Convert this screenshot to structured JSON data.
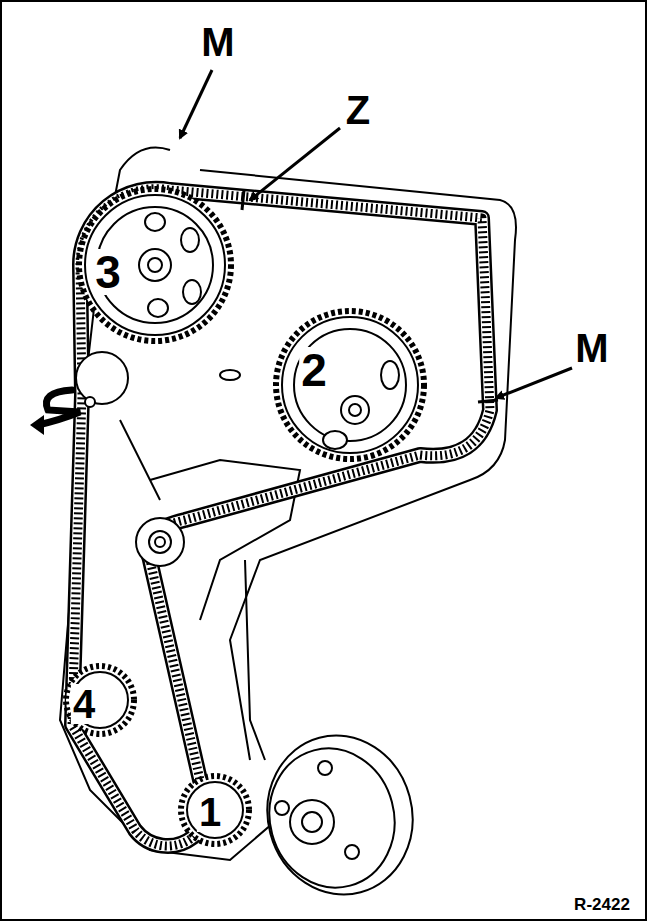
{
  "diagram": {
    "labels": [
      "M",
      "Z",
      "3",
      "2",
      "M",
      "4",
      "1",
      "R-2422"
    ]
  }
}
